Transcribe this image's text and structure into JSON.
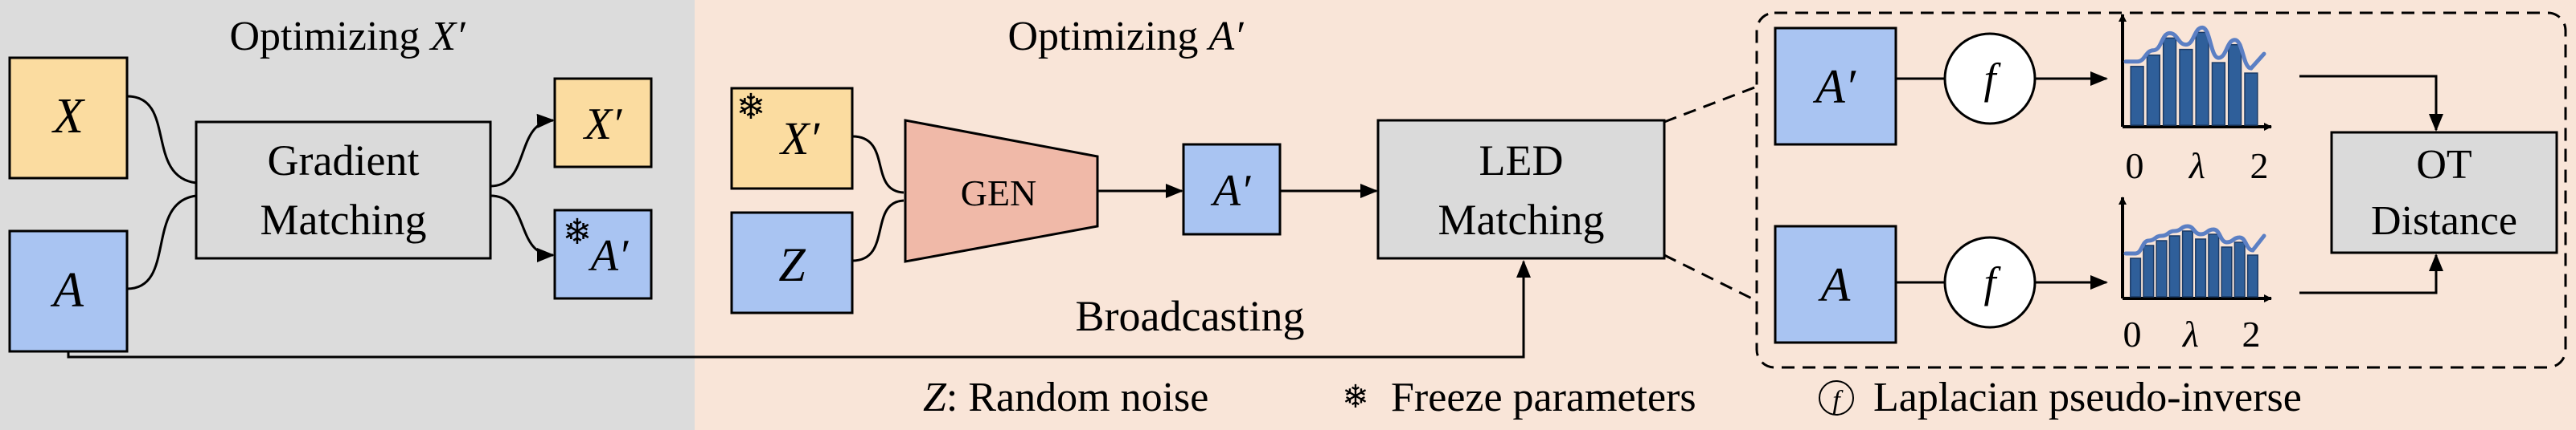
{
  "colors": {
    "left_panel_bg": "#dcdcdc",
    "right_panel_bg": "#f9e5d8",
    "box_yellow": "#fbdca0",
    "box_blue": "#a9c4f2",
    "box_gray": "#dadada",
    "gen_fill": "#f0b9a8",
    "bar_fill": "#2f5f9a",
    "curve": "#5b7fc4"
  },
  "left": {
    "title_prefix": "Optimizing ",
    "title_var": "X′",
    "in_x": "X",
    "in_a": "A",
    "gm_line1": "Gradient",
    "gm_line2": "Matching",
    "out_x": "X′",
    "out_a": "A′"
  },
  "middle": {
    "title_prefix": "Optimizing ",
    "title_var": "A′",
    "in_x": "X′",
    "in_z": "Z",
    "gen": "GEN",
    "out_a": "A′",
    "led_line1": "LED",
    "led_line2": "Matching",
    "broadcasting": "Broadcasting"
  },
  "right": {
    "top_input": "A′",
    "bottom_input": "A",
    "func_top": "f",
    "func_bottom": "f",
    "ot_line1": "OT",
    "ot_line2": "Distance",
    "axis_top": {
      "start": "0",
      "mid": "λ",
      "end": "2"
    },
    "axis_bottom": {
      "start": "0",
      "mid": "λ",
      "end": "2"
    }
  },
  "legend": {
    "z_var": "Z",
    "z_desc": ": Random noise",
    "snow_icon": "snowflake-icon",
    "freeze_desc": "Freeze parameters",
    "f_symbol": "f",
    "lap_desc": "Laplacian pseudo-inverse"
  },
  "chart_data": [
    {
      "type": "bar",
      "name": "",
      "values": [
        0.62,
        0.74,
        0.92,
        0.8,
        0.98,
        0.66,
        0.85,
        0.55
      ]
    },
    {
      "type": "bar",
      "name": "",
      "values": [
        0.48,
        0.64,
        0.7,
        0.76,
        0.82,
        0.72,
        0.78,
        0.62,
        0.68,
        0.52
      ]
    }
  ]
}
